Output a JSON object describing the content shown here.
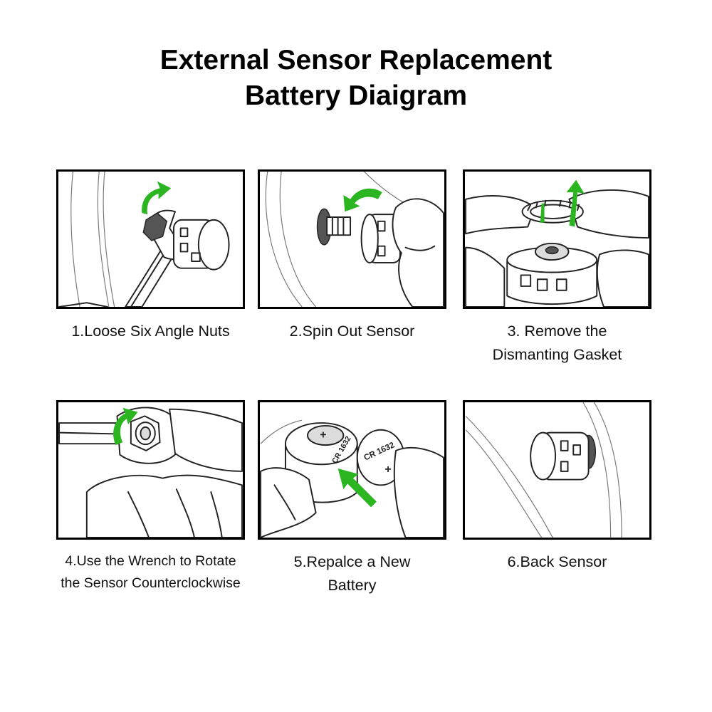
{
  "title": {
    "line1": "External Sensor Replacement",
    "line2": "Battery Diaigram"
  },
  "colors": {
    "accent_arrow": "#2bb521",
    "border": "#000000",
    "background": "#ffffff"
  },
  "steps": [
    {
      "line1": "1.Loose Six Angle Nuts",
      "line2": ""
    },
    {
      "line1": "2.Spin Out Sensor",
      "line2": ""
    },
    {
      "line1": "3. Remove the",
      "line2": "Dismanting Gasket"
    },
    {
      "line1": "4.Use the Wrench to Rotate",
      "line2": "the Sensor Counterclockwise"
    },
    {
      "line1": "5.Repalce a New",
      "line2": "Battery"
    },
    {
      "line1": "6.Back Sensor",
      "line2": ""
    }
  ],
  "battery": {
    "label1": "CR 1632",
    "label2": "CR 1632",
    "plus": "+"
  }
}
